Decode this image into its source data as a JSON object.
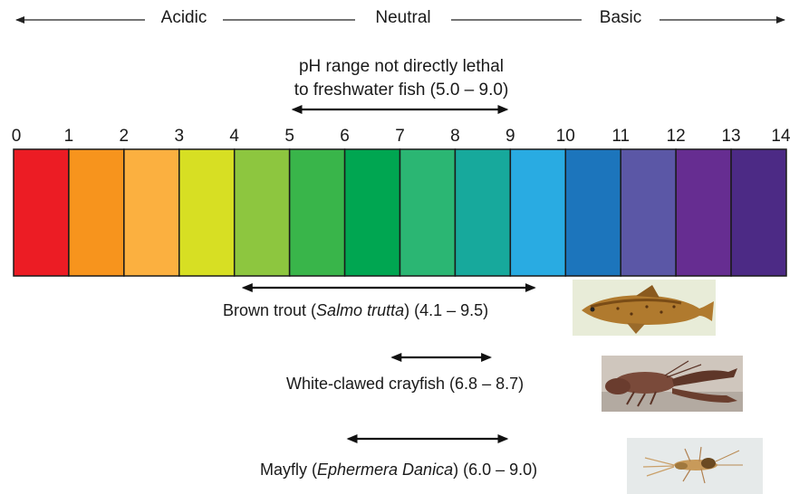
{
  "header": {
    "acidic": "Acidic",
    "neutral": "Neutral",
    "basic": "Basic"
  },
  "lethal_note": {
    "line1": "pH range not directly lethal",
    "line2": "to freshwater fish (5.0 – 9.0)"
  },
  "scale": {
    "ticks": [
      "0",
      "1",
      "2",
      "3",
      "4",
      "5",
      "6",
      "7",
      "8",
      "9",
      "10",
      "11",
      "12",
      "13",
      "14"
    ],
    "colors": [
      "#ec1c24",
      "#f7941d",
      "#fbb040",
      "#d7df23",
      "#8dc63f",
      "#39b54a",
      "#00a651",
      "#2bb673",
      "#17a99c",
      "#29abe2",
      "#1c75bc",
      "#5b57a6",
      "#662d91",
      "#4c2a85"
    ]
  },
  "organisms": [
    {
      "pre": "Brown trout (",
      "italic": "Salmo trutta",
      "post": ") (4.1 – 9.5)",
      "min": 4.1,
      "max": 9.5,
      "image": "brown-trout"
    },
    {
      "pre": "White-clawed crayfish (6.8 – 8.7)",
      "italic": "",
      "post": "",
      "min": 6.8,
      "max": 8.7,
      "image": "crayfish"
    },
    {
      "pre": "Mayfly (",
      "italic": "Ephermera Danica",
      "post": ") (6.0 – 9.0)",
      "min": 6.0,
      "max": 9.0,
      "image": "mayfly"
    }
  ],
  "lethal_range": {
    "min": 5.0,
    "max": 9.0
  }
}
